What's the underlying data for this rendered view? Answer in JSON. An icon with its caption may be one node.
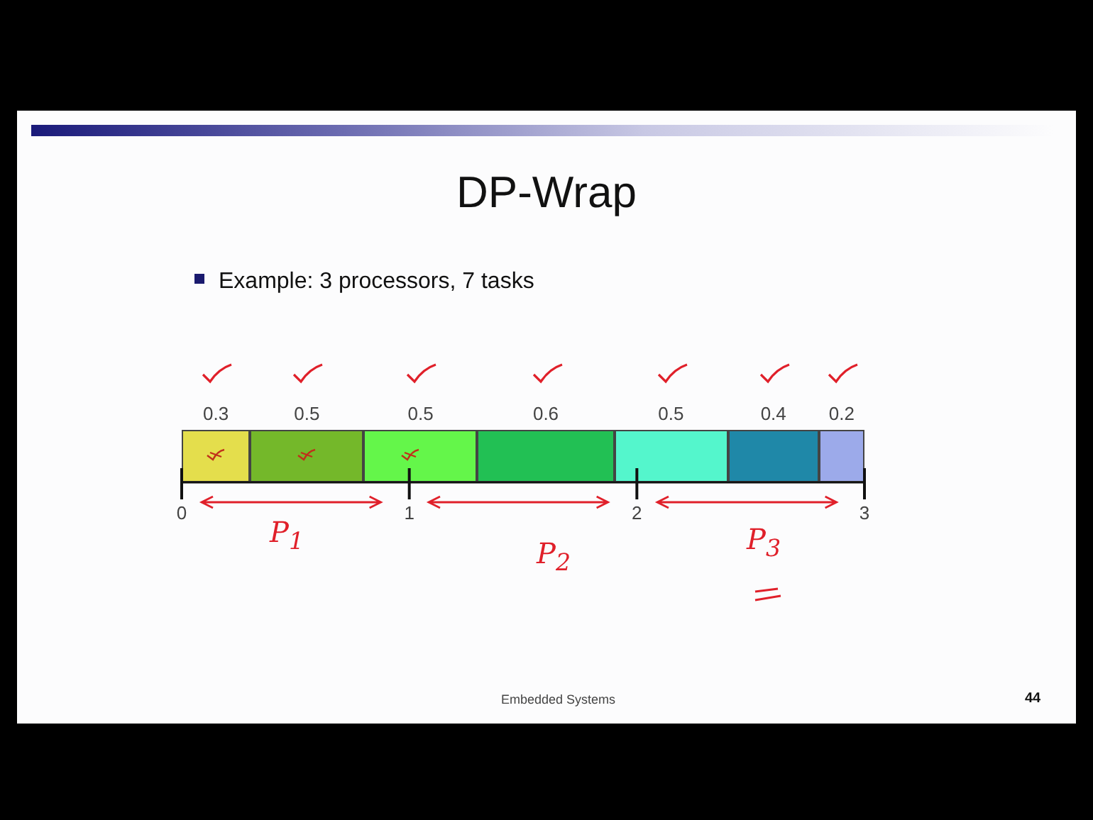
{
  "diagram": {
    "title": "DP-Wrap",
    "nodes": [
      {
        "text": [
          "0.3"
        ]
      },
      {
        "text": [
          "0.5"
        ]
      },
      {
        "text": [
          "0.5"
        ]
      },
      {
        "text": [
          "0.6"
        ]
      },
      {
        "text": [
          "0.5"
        ]
      },
      {
        "text": [
          "0.4"
        ]
      },
      {
        "text": [
          "0.2"
        ]
      }
    ],
    "edges": [],
    "labels": [
      "Example: 3 processors, 7 tasks",
      "0",
      "1",
      "2",
      "3",
      "P$_{1}$",
      "P$_{2}$",
      "P$_{3}$",
      "Embedded Systems",
      "44"
    ]
  }
}
